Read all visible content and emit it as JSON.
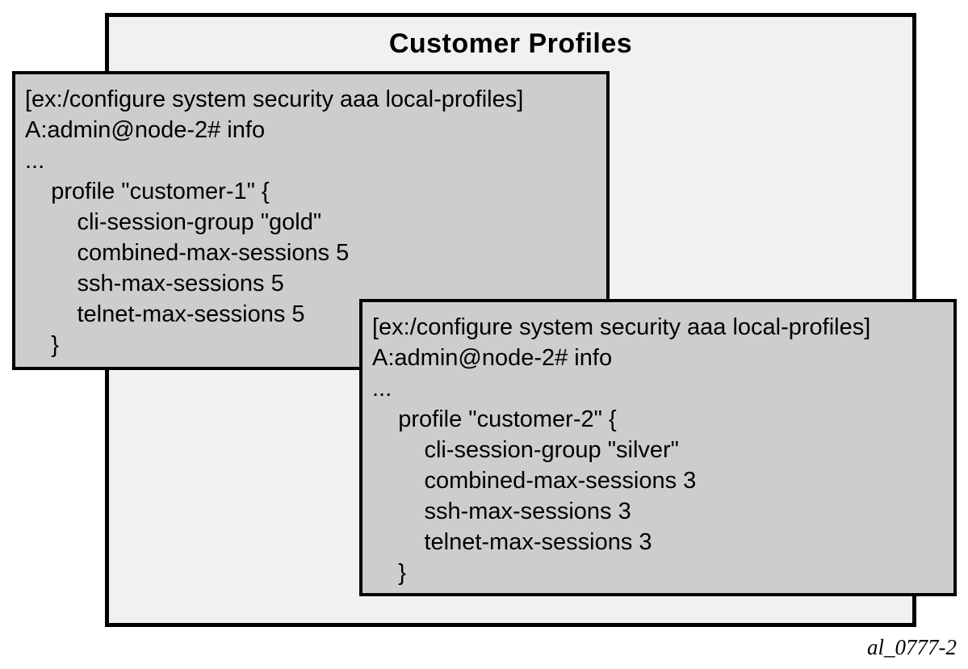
{
  "title": "Customer Profiles",
  "caption": "al_0777-2",
  "colors": {
    "outer_panel_fill": "#f1f1f1",
    "terminal_fill": "#cbcdce",
    "border": "#000000"
  },
  "terminal1": {
    "context_path": "[ex:/configure system security aaa local-profiles]",
    "prompt": "A:admin@node-2#",
    "command": "info",
    "profile_name": "customer-1",
    "cli_session_group": "gold",
    "combined_max_sessions": 5,
    "ssh_max_sessions": 5,
    "telnet_max_sessions": 5,
    "code": "[ex:/configure system security aaa local-profiles]\nA:admin@node-2# info\n...\n    profile \"customer-1\" {\n        cli-session-group \"gold\"\n        combined-max-sessions 5\n        ssh-max-sessions 5\n        telnet-max-sessions 5\n    }"
  },
  "terminal2": {
    "context_path": "[ex:/configure system security aaa local-profiles]",
    "prompt": "A:admin@node-2#",
    "command": "info",
    "profile_name": "customer-2",
    "cli_session_group": "silver",
    "combined_max_sessions": 3,
    "ssh_max_sessions": 3,
    "telnet_max_sessions": 3,
    "code": "[ex:/configure system security aaa local-profiles]\nA:admin@node-2# info\n...\n    profile \"customer-2\" {\n        cli-session-group \"silver\"\n        combined-max-sessions 3\n        ssh-max-sessions 3\n        telnet-max-sessions 3\n    }"
  }
}
